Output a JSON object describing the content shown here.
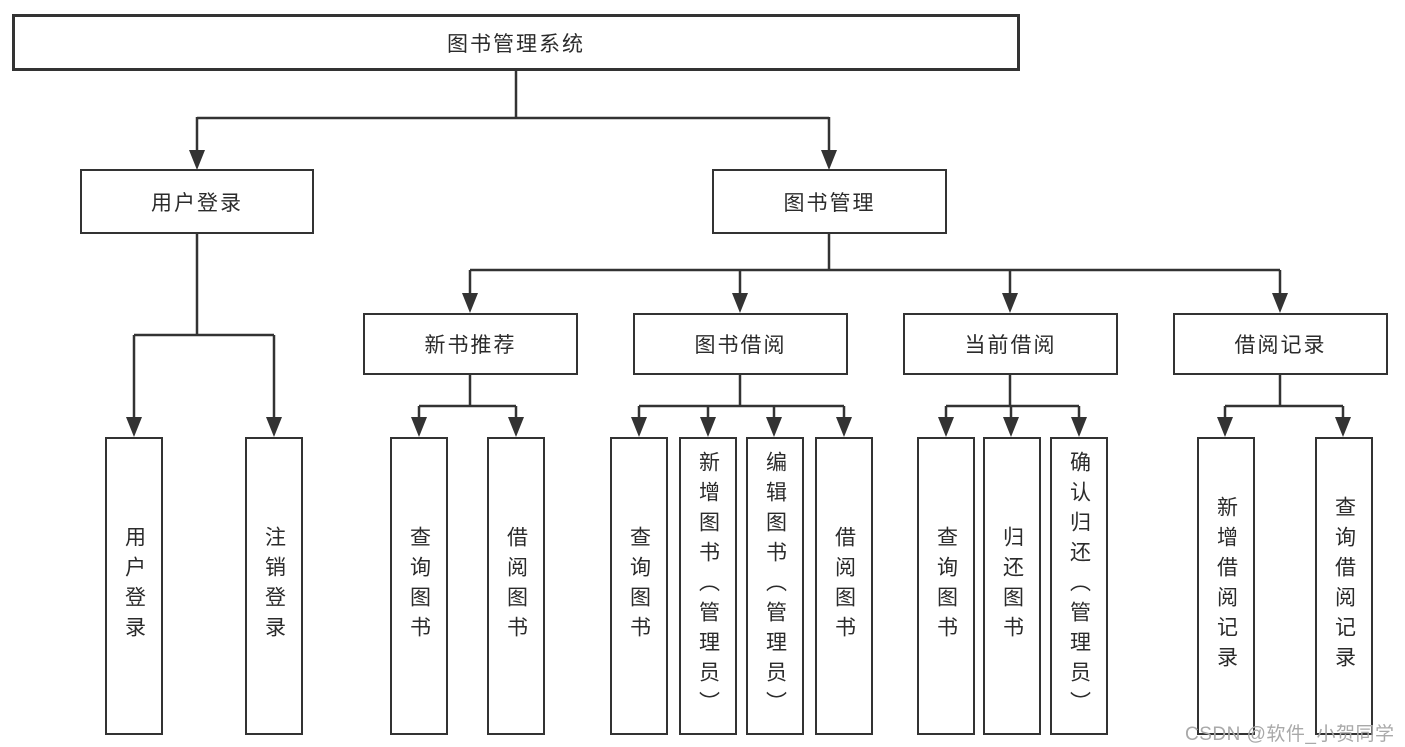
{
  "tree": {
    "label": "图书管理系统",
    "children": [
      {
        "label": "用户登录",
        "children": [
          {
            "label": "用户登录"
          },
          {
            "label": "注销登录"
          }
        ]
      },
      {
        "label": "图书管理",
        "children": [
          {
            "label": "新书推荐",
            "children": [
              {
                "label": "查询图书"
              },
              {
                "label": "借阅图书"
              }
            ]
          },
          {
            "label": "图书借阅",
            "children": [
              {
                "label": "查询图书"
              },
              {
                "label": "新增图书（管理员）"
              },
              {
                "label": "编辑图书（管理员）"
              },
              {
                "label": "借阅图书"
              }
            ]
          },
          {
            "label": "当前借阅",
            "children": [
              {
                "label": "查询图书"
              },
              {
                "label": "归还图书"
              },
              {
                "label": "确认归还（管理员）"
              }
            ]
          },
          {
            "label": "借阅记录",
            "children": [
              {
                "label": "新增借阅记录"
              },
              {
                "label": "查询借阅记录"
              }
            ]
          }
        ]
      }
    ]
  },
  "watermark": {
    "text": "CSDN @软件_小贺同学"
  },
  "colors": {
    "line": "#333333",
    "box_border": "#333333",
    "text": "#2b2b2b",
    "watermark": "#a9a9a9",
    "background": "#ffffff"
  }
}
